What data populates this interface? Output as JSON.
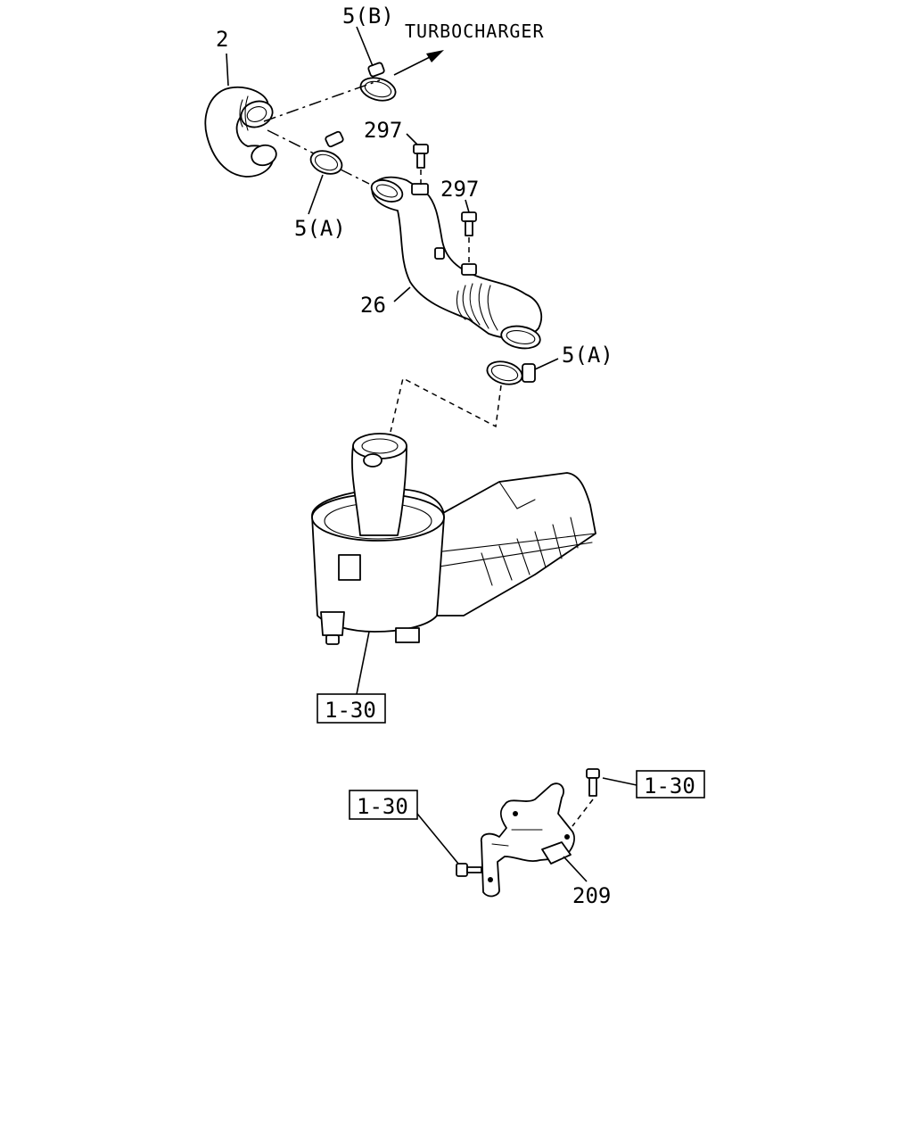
{
  "diagram": {
    "direction_label": "TURBOCHARGER",
    "callouts": {
      "hose_2": "2",
      "clamp_5b": "5(B)",
      "clamp_5a_upper": "5(A)",
      "bolt_297_upper": "297",
      "bolt_297_lower": "297",
      "duct_26": "26",
      "clamp_5a_lower": "5(A)",
      "air_cleaner_ref": "1-30",
      "bracket_ref_left": "1-30",
      "bracket_ref_right": "1-30",
      "bracket_209": "209"
    }
  }
}
